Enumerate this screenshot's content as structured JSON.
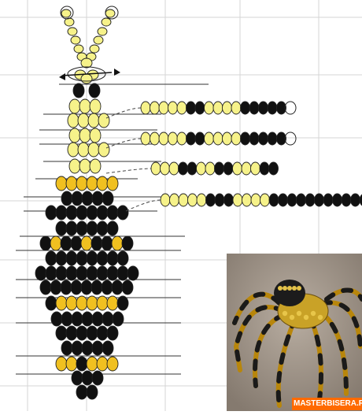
{
  "colors": {
    "bead_yellow": "#f6f28a",
    "bead_gold": "#f0c020",
    "bead_black": "#111111",
    "grid_line": "#d6d6d6",
    "guide_line": "#333333",
    "photo_bg": "#a79b8e"
  },
  "diagram": {
    "legs": [
      {
        "beads": [
          "y",
          "y",
          "y",
          "y",
          "y",
          "k",
          "k",
          "y",
          "y",
          "y",
          "y",
          "k",
          "k",
          "k",
          "k",
          "k",
          "o"
        ]
      },
      {
        "beads": [
          "y",
          "y",
          "y",
          "y",
          "y",
          "k",
          "k",
          "y",
          "y",
          "y",
          "y",
          "k",
          "k",
          "k",
          "k",
          "k",
          "o"
        ]
      },
      {
        "beads": [
          "y",
          "y",
          "y",
          "k",
          "k",
          "y",
          "y",
          "k",
          "k",
          "y",
          "y",
          "y",
          "k",
          "k"
        ]
      },
      {
        "beads": [
          "y",
          "y",
          "y",
          "y",
          "y",
          "k",
          "k",
          "k",
          "y",
          "y",
          "y",
          "y",
          "k",
          "k",
          "k",
          "k",
          "k",
          "k",
          "k",
          "k",
          "k",
          "k",
          "k"
        ]
      }
    ]
  },
  "photo": {
    "subject": "beaded-spider-photo",
    "watermark_text": "MASTERBISERA.R"
  }
}
